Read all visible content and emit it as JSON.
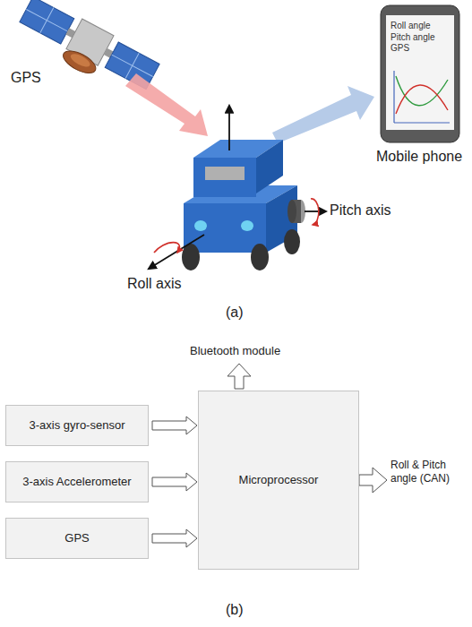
{
  "diagram": {
    "nodes": [
      {
        "text": [
          "Roll angle Pitch angle GPS"
        ]
      },
      {
        "text": [
          "3-axis gyro-sensor"
        ]
      },
      {
        "text": [
          "3-axis Accelerometer"
        ]
      },
      {
        "text": [
          "GPS"
        ]
      },
      {
        "text": [
          "Microprocessor"
        ]
      }
    ],
    "edges": [
      {
        "from": 1,
        "to": 4,
        "arrow": "to"
      },
      {
        "from": 2,
        "to": 4,
        "arrow": "to"
      },
      {
        "from": 3,
        "to": 4,
        "arrow": "to"
      }
    ],
    "labels": [
      "GPS",
      "Pitch axis",
      "Roll axis",
      "Mobile phone",
      "(a)",
      "Bluetooth module",
      "Roll & Pitch angle (CAN)",
      "(b)"
    ]
  }
}
